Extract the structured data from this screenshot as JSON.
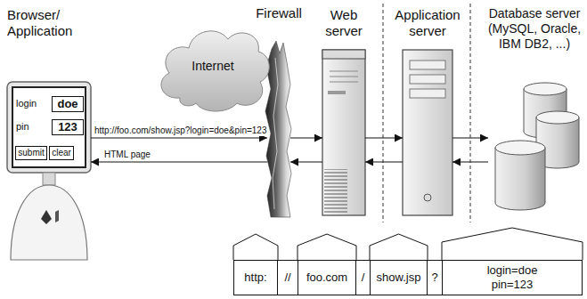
{
  "diagram": {
    "nodes": [
      {
        "text": [
          "Browser/ Application"
        ]
      },
      {
        "text": [
          "doe"
        ],
        "in": 0
      },
      {
        "text": [
          "123"
        ],
        "in": 0
      },
      {
        "text": [
          "submit"
        ],
        "in": 0
      },
      {
        "text": [
          "clear"
        ],
        "in": 0
      },
      {
        "text": [
          "Internet"
        ]
      },
      {
        "text": [
          "Firewall"
        ]
      },
      {
        "text": [
          "Web server"
        ]
      },
      {
        "text": [
          "Application server"
        ]
      },
      {
        "text": [
          "Database server (MySQL, Oracle, IBM DB2, ...)"
        ]
      },
      {
        "text": [
          "http:"
        ]
      },
      {
        "text": [
          "//"
        ]
      },
      {
        "text": [
          "foo.com"
        ]
      },
      {
        "text": [
          "/"
        ]
      },
      {
        "text": [
          "show.jsp"
        ]
      },
      {
        "text": [
          "?"
        ]
      },
      {
        "text": [
          "login=doe pin=123"
        ]
      }
    ],
    "edges": [
      {
        "from": 0,
        "to": 6,
        "label": "http://foo.com/show.jsp?login=doe&pin=123",
        "arrow": "to"
      },
      {
        "from": 6,
        "to": 0,
        "label": "HTML page",
        "arrow": "to"
      },
      {
        "from": 6,
        "to": 7,
        "arrow": "to"
      },
      {
        "from": 7,
        "to": 6,
        "arrow": "to"
      },
      {
        "from": 7,
        "to": 8,
        "arrow": "to"
      },
      {
        "from": 8,
        "to": 7,
        "arrow": "to"
      },
      {
        "from": 8,
        "to": 9,
        "arrow": "to"
      },
      {
        "from": 9,
        "to": 8,
        "arrow": "to"
      }
    ],
    "labels": [
      "login",
      "pin"
    ]
  }
}
